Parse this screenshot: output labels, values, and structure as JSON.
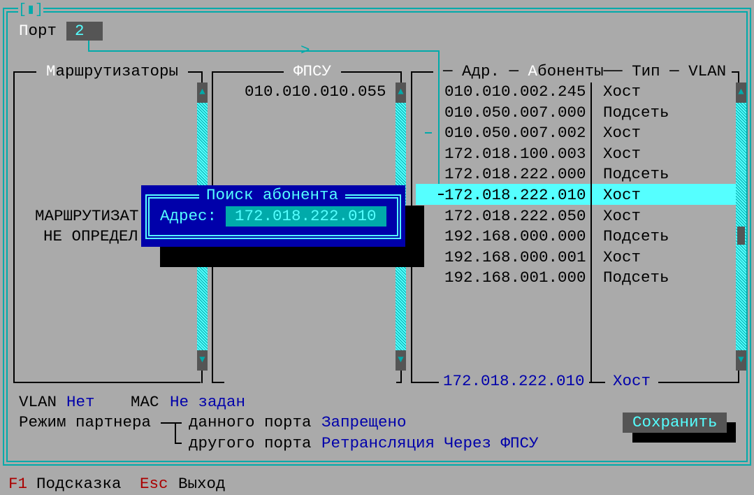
{
  "window": {
    "close_glyph": "[▮]"
  },
  "port": {
    "label_first": "П",
    "label_rest": "орт",
    "value": "2"
  },
  "routers": {
    "title_first": "М",
    "title_rest": "аршрутизаторы",
    "msg_line1": "МАРШРУТИЗАТ",
    "msg_line2": "НЕ ОПРЕДЕЛ"
  },
  "fpsu": {
    "title": "ФПСУ",
    "items": [
      "010.010.010.055"
    ]
  },
  "subscribers": {
    "header_addr": "─ Адр. ─",
    "header_title_first": "А",
    "header_title_rest": "боненты",
    "header_type": "── Тип ─ VLAN",
    "rows": [
      {
        "addr": "010.010.002.245",
        "type": "Хост"
      },
      {
        "addr": "010.050.007.000",
        "type": "Подсеть"
      },
      {
        "addr": "010.050.007.002",
        "type": "Хост"
      },
      {
        "addr": "172.018.100.003",
        "type": "Хост"
      },
      {
        "addr": "172.018.222.000",
        "type": "Подсеть"
      },
      {
        "addr": "172.018.222.010",
        "type": "Хост",
        "selected": true
      },
      {
        "addr": "172.018.222.050",
        "type": "Хост"
      },
      {
        "addr": "192.168.000.000",
        "type": "Подсеть"
      },
      {
        "addr": "192.168.000.001",
        "type": "Хост"
      },
      {
        "addr": "192.168.001.000",
        "type": "Подсеть"
      }
    ],
    "footer_addr": "172.018.222.010",
    "footer_type": "Хост"
  },
  "dialog": {
    "title": "Поиск абонента",
    "label": "Адрес:",
    "value": "172.018.222.010"
  },
  "info": {
    "vlan_label": "VLAN",
    "vlan_value": "Нет",
    "mac_label": "MAC",
    "mac_value": "Не задан",
    "partner_label": "Режим партнера",
    "this_port_label": "данного порта",
    "this_port_value": "Запрещено",
    "other_port_label": "другого порта",
    "other_port_value": "Ретрансляция Через ФПСУ"
  },
  "save_button": "Сохранить",
  "footer": {
    "f1_key": "F1",
    "f1_label": "Подсказка",
    "esc_key": "Esc",
    "esc_label": "Выход"
  },
  "colors": {
    "bg": "#aaaaaa",
    "teal": "#00aaaa",
    "cyan": "#55ffff",
    "blue": "#0000aa",
    "red": "#aa0000",
    "dark": "#555555"
  }
}
